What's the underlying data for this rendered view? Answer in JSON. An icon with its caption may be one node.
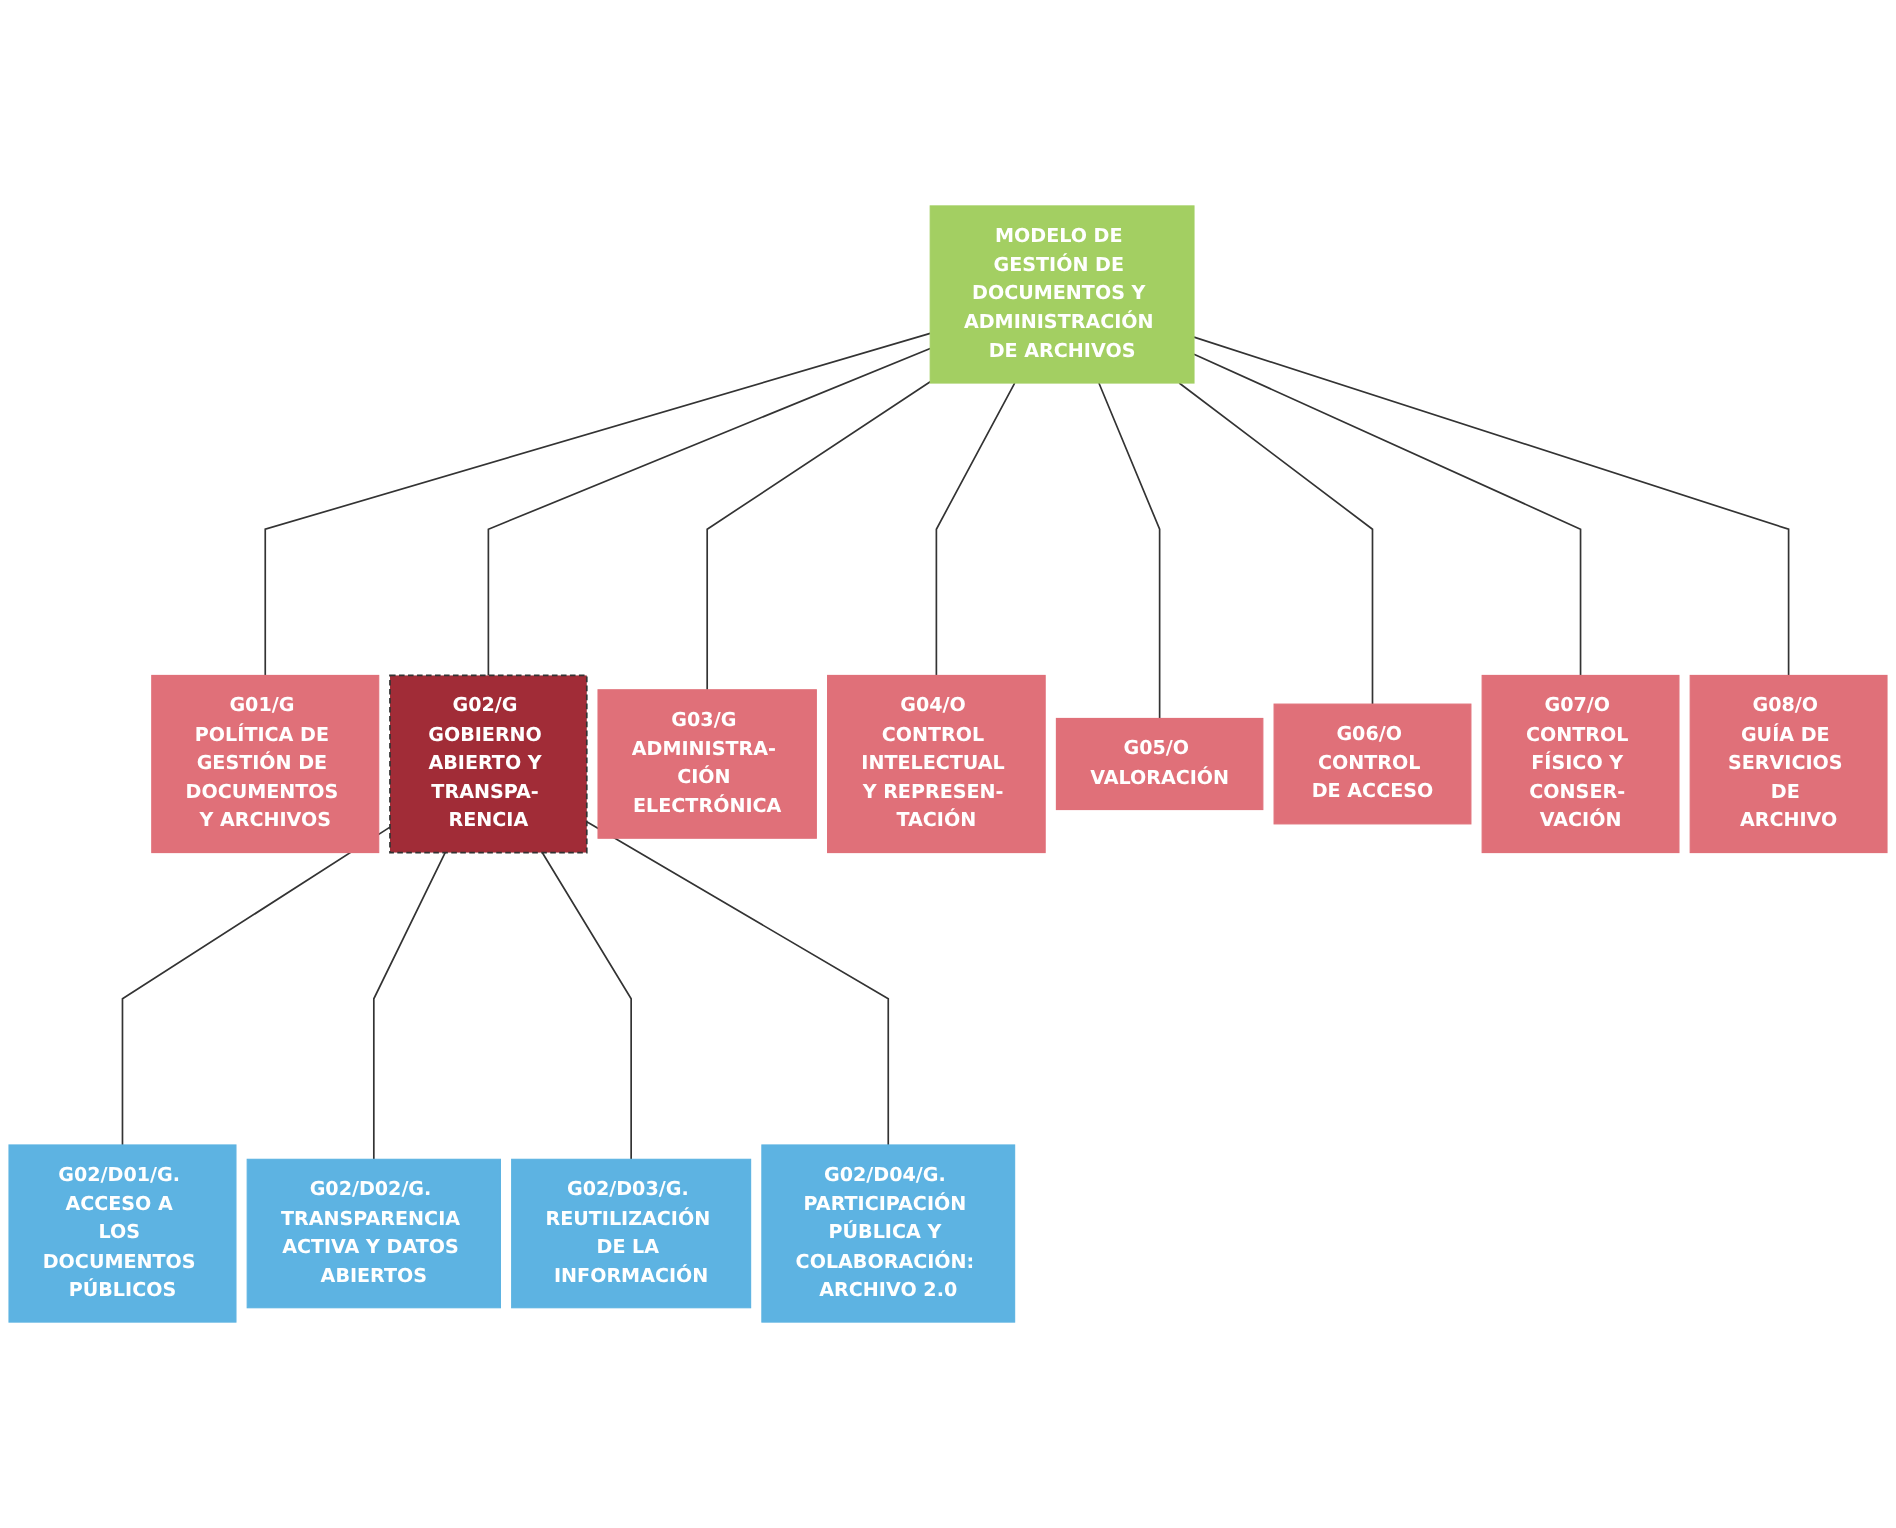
{
  "diagram": {
    "nodes": [
      {
        "text": [
          "MODELO DE GESTIÓN DE DOCUMENTOS Y ADMINISTRACIÓN DE ARCHIVOS"
        ]
      },
      {
        "text": [
          "G01/G POLÍTICA DE GESTIÓN DE DOCUMENTOS Y ARCHIVOS"
        ]
      },
      {
        "text": [
          "G02/G GOBIERNO ABIERTO Y TRANSPA- RENCIA"
        ]
      },
      {
        "text": [
          "G03/G ADMINISTRA- CIÓN ELECTRÓNICA"
        ]
      },
      {
        "text": [
          "G04/O CONTROL INTELECTUAL Y REPRESEN- TACIÓN"
        ]
      },
      {
        "text": [
          "G05/O VALORACIÓN"
        ]
      },
      {
        "text": [
          "G06/O CONTROL DE ACCESO"
        ]
      },
      {
        "text": [
          "G07/O CONTROL FÍSICO Y CONSER- VACIÓN"
        ]
      },
      {
        "text": [
          "G08/O GUÍA DE SERVICIOS DE ARCHIVO"
        ]
      },
      {
        "text": [
          "G02/D01/G. ACCESO A LOS DOCUMENTOS PÚBLICOS"
        ]
      },
      {
        "text": [
          "G02/D02/G. TRANSPARENCIA ACTIVA Y DATOS ABIERTOS"
        ]
      },
      {
        "text": [
          "G02/D03/G. REUTILIZACIÓN DE LA INFORMACIÓN"
        ]
      },
      {
        "text": [
          "G02/D04/G. PARTICIPACIÓN PÚBLICA Y COLABORACIÓN: ARCHIVO 2.0"
        ]
      }
    ],
    "edges": [
      {
        "from": 0,
        "to": 1,
        "arrow": "none"
      },
      {
        "from": 0,
        "to": 2,
        "arrow": "none"
      },
      {
        "from": 0,
        "to": 3,
        "arrow": "none"
      },
      {
        "from": 0,
        "to": 4,
        "arrow": "none"
      },
      {
        "from": 0,
        "to": 5,
        "arrow": "none"
      },
      {
        "from": 0,
        "to": 6,
        "arrow": "none"
      },
      {
        "from": 0,
        "to": 7,
        "arrow": "none"
      },
      {
        "from": 0,
        "to": 8,
        "arrow": "none"
      },
      {
        "from": 2,
        "to": 9,
        "arrow": "none"
      },
      {
        "from": 2,
        "to": 10,
        "arrow": "none"
      },
      {
        "from": 2,
        "to": 11,
        "arrow": "none"
      },
      {
        "from": 2,
        "to": 12,
        "arrow": "none"
      }
    ]
  }
}
